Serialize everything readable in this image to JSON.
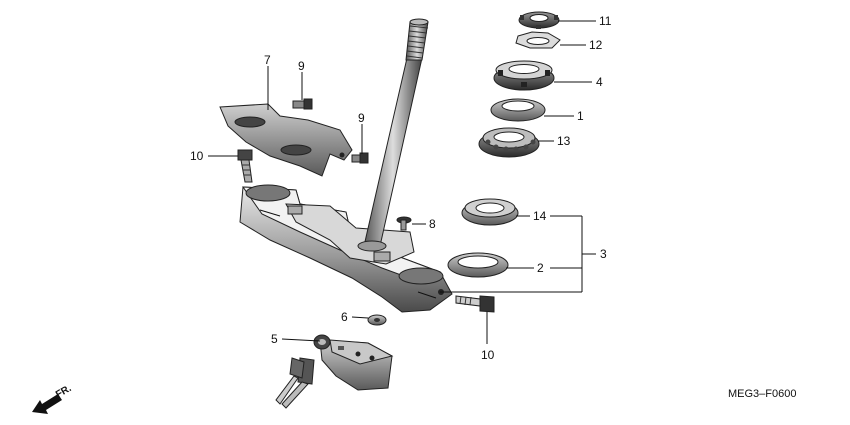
{
  "diagram": {
    "callouts": {
      "c1": "1",
      "c2": "2",
      "c3": "3",
      "c4": "4",
      "c5": "5",
      "c6": "6",
      "c7": "7",
      "c8": "8",
      "c9a": "9",
      "c9b": "9",
      "c10a": "10",
      "c10b": "10",
      "c11": "11",
      "c12": "12",
      "c13": "13",
      "c14": "14"
    },
    "diagram_code": "MEG3–F0600",
    "front_marker": "FR."
  }
}
